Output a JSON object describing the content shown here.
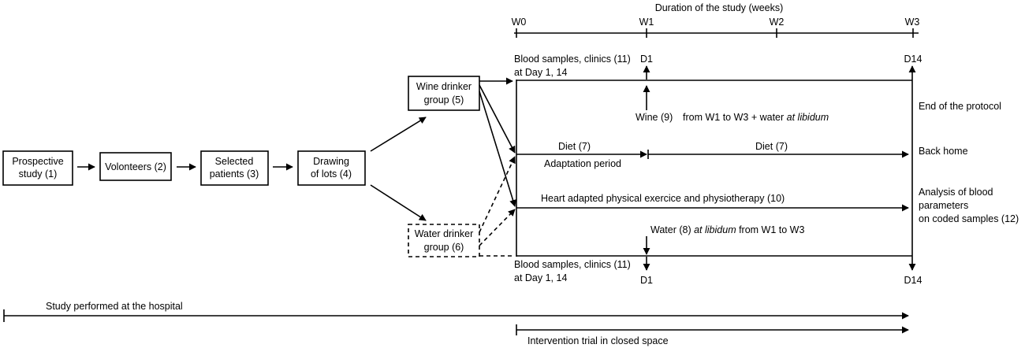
{
  "timeline": {
    "title": "Duration of the study (weeks)",
    "weeks": [
      "W0",
      "W1",
      "W2",
      "W3"
    ]
  },
  "flow": {
    "box1": [
      "Prospective",
      "study (1)"
    ],
    "box2": [
      "Volonteers (2)"
    ],
    "box3": [
      "Selected",
      "patients (3)"
    ],
    "box4": [
      "Drawing",
      "of lots (4)"
    ],
    "wine_group": [
      "Wine drinker",
      "group (5)"
    ],
    "water_group": [
      "Water drinker",
      "group (6)"
    ]
  },
  "trial": {
    "blood_top_line1": "Blood samples, clinics (11)",
    "blood_top_line2": "at Day 1, 14",
    "d1_top": "D1",
    "d14_top": "D14",
    "wine_label": "Wine (9)",
    "wine_period_prefix": "from W1 to W3 + water ",
    "wine_period_italic": "at libidum",
    "diet1": "Diet (7)",
    "adaptation": "Adaptation period",
    "diet2": "Diet (7)",
    "exercise": "Heart adapted physical exercice and physiotherapy (10)",
    "water_label_prefix": "Water (8) ",
    "water_label_italic": "at libidum",
    "water_label_suffix": " from W1 to W3",
    "blood_bottom_line1": "Blood samples, clinics (11)",
    "blood_bottom_line2": "at Day 1, 14",
    "d1_bottom": "D1",
    "d14_bottom": "D14"
  },
  "outcomes": {
    "end": "End of the protocol",
    "home": "Back home",
    "analysis": [
      "Analysis of blood",
      "parameters",
      "on coded samples (12)"
    ]
  },
  "spans": {
    "hospital": "Study performed at the hospital",
    "closed_space": "Intervention trial in closed space"
  }
}
